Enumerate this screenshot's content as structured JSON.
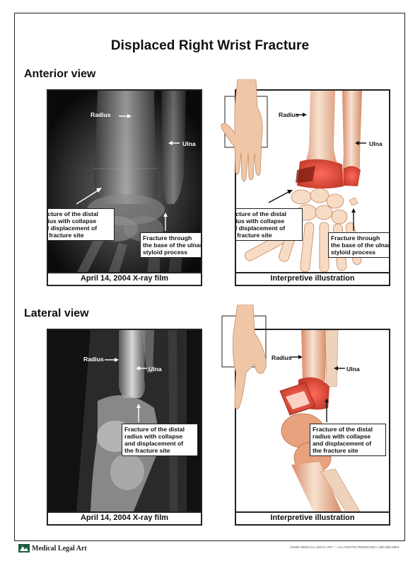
{
  "title": "Displaced Right Wrist Fracture",
  "sections": {
    "anterior": "Anterior view",
    "lateral": "Lateral view"
  },
  "anterior": {
    "xray": {
      "caption": "April 14, 2004 X-ray film",
      "radius": "Radius",
      "ulna": "Ulna",
      "fracture_distal": [
        "Fracture of the distal",
        "radius with collapse",
        "and displacement of",
        "the fracture site"
      ],
      "fracture_ulnar": [
        "Fracture through",
        "the base of the ulnar",
        "styloid process"
      ]
    },
    "illustration": {
      "caption": "Interpretive illustration",
      "radius": "Radius",
      "ulna": "Ulna",
      "fracture_distal": [
        "Fracture of the distal",
        "radius with collapse",
        "and displacement of",
        "the fracture site"
      ],
      "fracture_ulnar": [
        "Fracture through",
        "the base of the ulnar",
        "styloid process"
      ]
    }
  },
  "lateral": {
    "xray": {
      "caption": "April 14, 2004 X-ray film",
      "radius": "Radius",
      "ulna": "Ulna",
      "fracture_distal": [
        "Fracture of the distal",
        "radius with collapse",
        "and displacement of",
        "the fracture site"
      ]
    },
    "illustration": {
      "caption": "Interpretive illustration",
      "radius": "Radius",
      "ulna": "Ulna",
      "fracture_distal": [
        "Fracture of the distal",
        "radius with collapse",
        "and displacement of",
        "the fracture site"
      ]
    }
  },
  "footer": {
    "logo": "Medical Legal Art",
    "copyright": "©2006 MEDICAL LEGAL ART — ALL RIGHTS RESERVED 1.800.399.5954"
  }
}
